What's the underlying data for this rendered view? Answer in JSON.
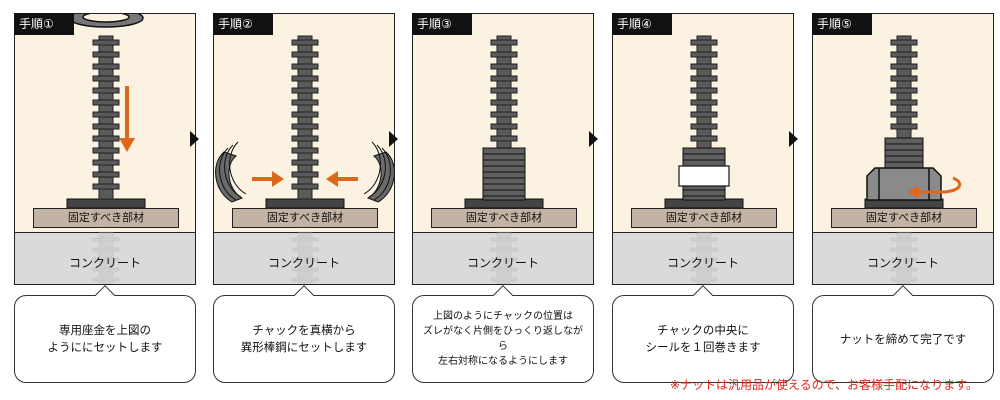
{
  "steps": [
    {
      "title": "手順①",
      "base_label": "固定すべき部材",
      "concrete_label": "コンクリート",
      "caption": "専用座金を上図の\nようににセットします",
      "icon": "washer-drop-arrow"
    },
    {
      "title": "手順②",
      "base_label": "固定すべき部材",
      "concrete_label": "コンクリート",
      "caption": "チャックを真横から\n異形棒鋼にセットします",
      "icon": "chuck-side-arrows"
    },
    {
      "title": "手順③",
      "base_label": "固定すべき部材",
      "concrete_label": "コンクリート",
      "caption": "上図のようにチャックの位置は\nズレがなく片側をひっくり返しながら\n左右対称になるようにします",
      "icon": "chuck-assembled"
    },
    {
      "title": "手順④",
      "base_label": "固定すべき部材",
      "concrete_label": "コンクリート",
      "caption": "チャックの中央に\nシールを１回巻きます",
      "icon": "seal-wrap"
    },
    {
      "title": "手順⑤",
      "base_label": "固定すべき部材",
      "concrete_label": "コンクリート",
      "caption": "ナットを締めて完了です",
      "icon": "nut-tighten-arrow"
    }
  ],
  "footnote": "※ナットは汎用品が使えるので、お客様手配になります。",
  "colors": {
    "background": "#fbf2e2",
    "concrete": "#dadada",
    "base": "#c3b3a5",
    "arrow": "#e0661c",
    "note": "#e1251b"
  }
}
